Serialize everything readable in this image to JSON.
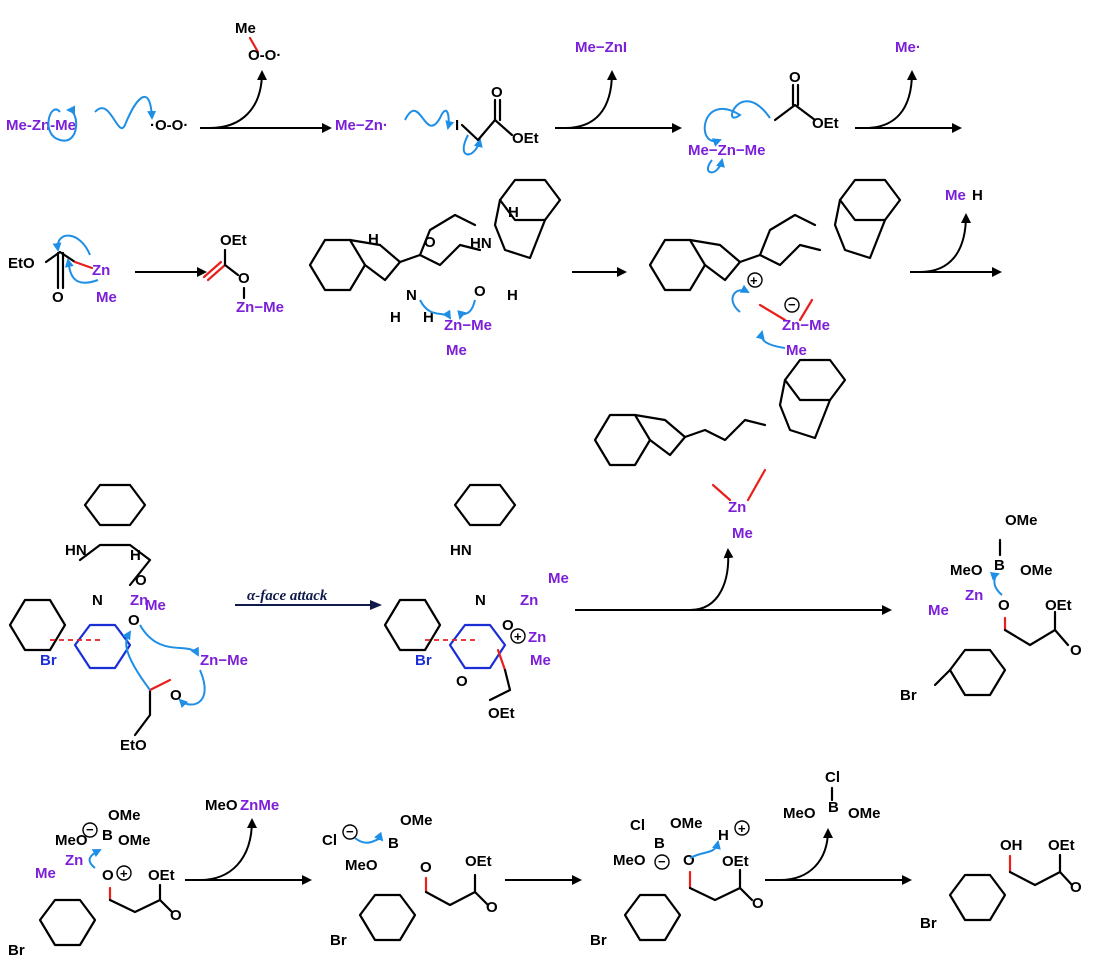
{
  "colors": {
    "zinc_species": "#7c1fd9",
    "new_bond": "#e8201c",
    "electron_arrow": "#1f8fe6",
    "aryl_highlight": "#1a2fd6",
    "reaction_arrow": "#000000"
  },
  "row1": {
    "dimethylzinc": "Me-Zn-Me",
    "oxygen_diradical": "·O-O·",
    "methylperoxyl": "Me",
    "methylperoxyl_o": "O-O·",
    "methylzinc_radical": "Me−Zn·",
    "iodo_ester_i": "I",
    "iodo_ester_oet": "OEt",
    "iodo_ester_o": "O",
    "methylzinc_iodide": "Me−ZnI",
    "ester_radical_oet": "OEt",
    "ester_radical_o": "O",
    "dimethylzinc_2": "Me−Zn−Me",
    "methyl_radical": "Me·"
  },
  "row2": {
    "zinc_ester_eto": "EtO",
    "zinc_ester_zn": "Zn",
    "zinc_ester_me": "Me",
    "zinc_ester_o": "O",
    "zinc_enolate_oet": "OEt",
    "zinc_enolate_o": "O",
    "zinc_enolate_zn": "Zn−Me",
    "ligand_h1": "H",
    "ligand_o": "O",
    "ligand_hn": "HN",
    "ligand_h2": "H",
    "ligand_n": "N",
    "ligand_nh_h": "H",
    "ligand_o2": "O",
    "ligand_h3": "H",
    "ligand_h4": "H",
    "ligand_zn": "Zn−Me",
    "ligand_zn_me": "Me",
    "complex_zn": "Zn−Me",
    "complex_me": "Me",
    "methane_me": "Me",
    "methane_h": "H"
  },
  "row3": {
    "catalyst_zn": "Zn",
    "catalyst_me": "Me",
    "ts1_me": "Me",
    "ts1_zn": "Zn",
    "ts1_br": "Br",
    "ts1_zn2": "Zn−Me",
    "ts1_eto": "EtO",
    "ts1_o": "O",
    "ts1_hn": "HN",
    "ts1_h": "H",
    "ts1_n": "N",
    "ts1_o2": "O",
    "ts1_o3": "O",
    "attack_label": "α-face attack",
    "ts2_me": "Me",
    "ts2_zn": "Zn",
    "ts2_zn2": "Zn",
    "ts2_me2": "Me",
    "ts2_br": "Br",
    "ts2_o": "O",
    "ts2_oet": "OEt",
    "ts2_o2": "O",
    "ts2_n": "N",
    "ts2_hn": "HN",
    "borate_ome": "OMe",
    "borate_b": "B",
    "borate_meo": "MeO",
    "borate_ome2": "OMe",
    "borate_zn": "Zn",
    "borate_me": "Me",
    "borate_o": "O",
    "borate_oet": "OEt",
    "borate_o2": "O",
    "borate_br": "Br"
  },
  "row4": {
    "s1_ome": "OMe",
    "s1_b": "B",
    "s1_meo": "MeO",
    "s1_ome2": "OMe",
    "s1_zn": "Zn",
    "s1_me": "Me",
    "s1_o": "O",
    "s1_oet": "OEt",
    "s1_o2": "O",
    "s1_br": "Br",
    "meoznme_meo": "MeO",
    "meoznme_znme": "ZnMe",
    "s2_cl": "Cl",
    "s2_ome": "OMe",
    "s2_b": "B",
    "s2_meo": "MeO",
    "s2_o": "O",
    "s2_oet": "OEt",
    "s2_o2": "O",
    "s2_br": "Br",
    "s3_cl": "Cl",
    "s3_ome": "OMe",
    "s3_b": "B",
    "s3_meo": "MeO",
    "s3_o": "O",
    "s3_h": "H",
    "s3_oet": "OEt",
    "s3_o2": "O",
    "s3_br": "Br",
    "borane_cl": "Cl",
    "borane_meo": "MeO",
    "borane_b": "B",
    "borane_ome": "OMe",
    "product_oh": "OH",
    "product_oet": "OEt",
    "product_o": "O",
    "product_br": "Br"
  }
}
